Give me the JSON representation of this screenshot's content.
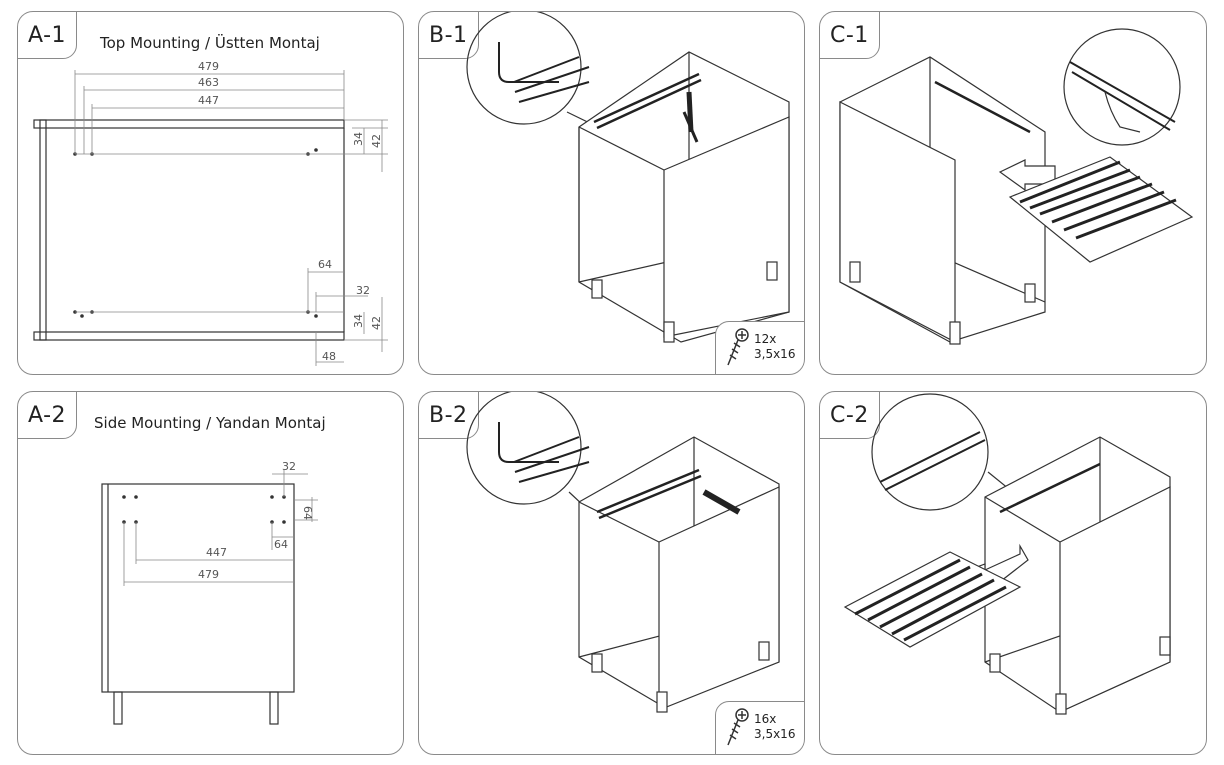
{
  "panels": {
    "a1": {
      "label": "A-1",
      "title": "Top Mounting / Üstten Montaj",
      "dims": {
        "d479": "479",
        "d463": "463",
        "d447": "447",
        "d34a": "34",
        "d42a": "42",
        "d64": "64",
        "d32": "32",
        "d34b": "34",
        "d42b": "42",
        "d48": "48"
      }
    },
    "b1": {
      "label": "B-1",
      "screw_qty": "12x",
      "screw_size": "3,5x16"
    },
    "c1": {
      "label": "C-1"
    },
    "a2": {
      "label": "A-2",
      "title": "Side Mounting / Yandan Montaj",
      "dims": {
        "d32": "32",
        "d64a": "64",
        "d64b": "64",
        "d447": "447",
        "d479": "479"
      }
    },
    "b2": {
      "label": "B-2",
      "screw_qty": "16x",
      "screw_size": "3,5x16"
    },
    "c2": {
      "label": "C-2"
    }
  },
  "colors": {
    "line": "#333333",
    "dim": "#777777",
    "border": "#8a8a8a"
  }
}
